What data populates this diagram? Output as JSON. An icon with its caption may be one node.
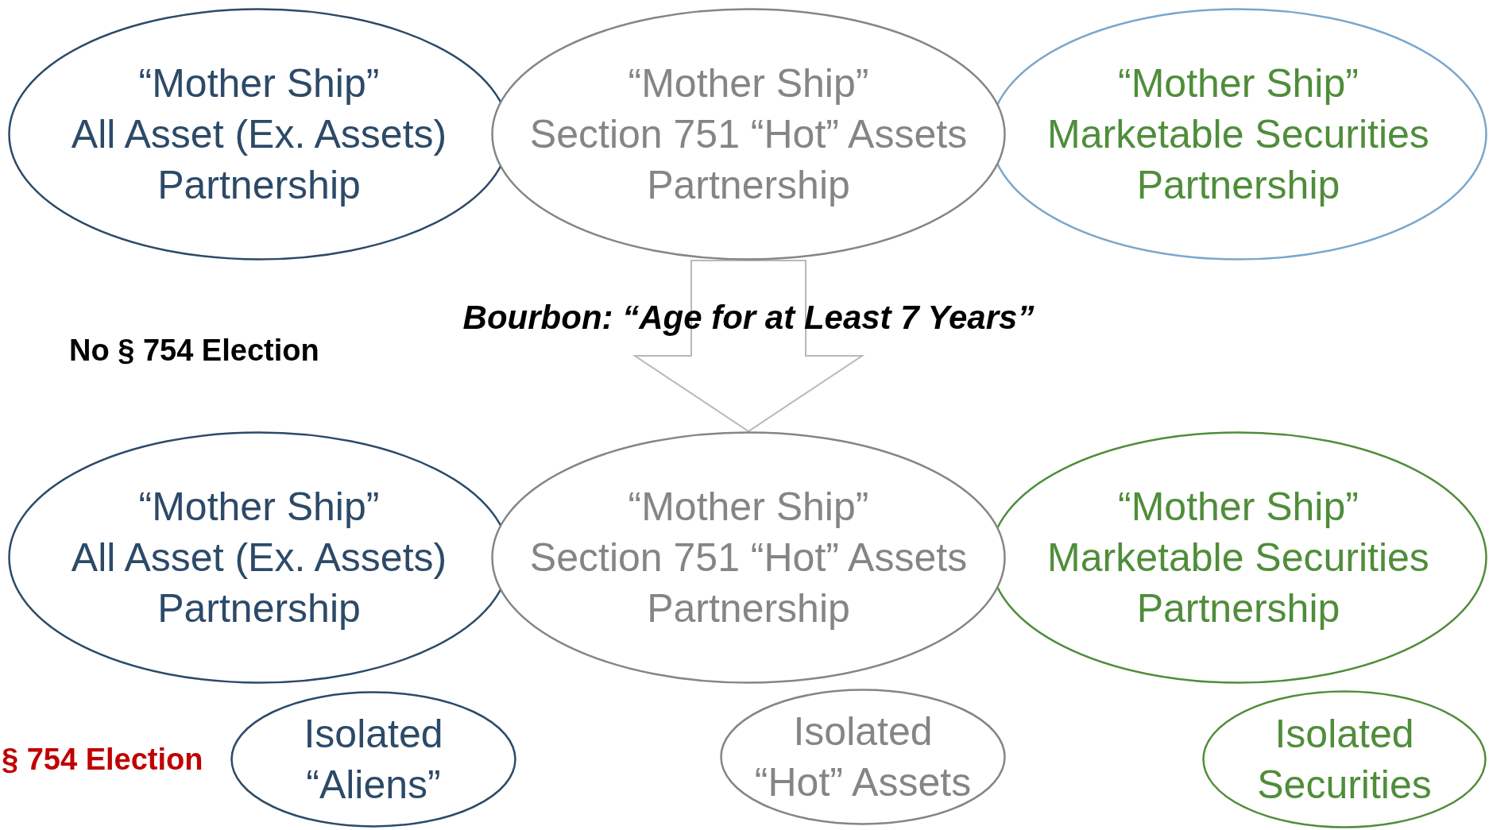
{
  "diagram": {
    "nodes": [
      {
        "text": [
          "“Mother Ship”",
          "All Asset (Ex. Assets) Partnership"
        ]
      },
      {
        "text": [
          "“Mother Ship”",
          "Section 751 “Hot” Assets Partnership"
        ]
      },
      {
        "text": [
          "“Mother Ship”",
          "Marketable Securities Partnership"
        ]
      },
      {
        "text": [
          "“Mother Ship”",
          "All Asset (Ex. Assets) Partnership"
        ]
      },
      {
        "text": [
          "“Mother Ship”",
          "Section 751 “Hot” Assets Partnership"
        ]
      },
      {
        "text": [
          "“Mother Ship”",
          "Marketable Securities Partnership"
        ]
      },
      {
        "text": [
          "Isolated “Aliens”"
        ]
      },
      {
        "text": [
          "Isolated “Hot” Assets"
        ]
      },
      {
        "text": [
          "Isolated Securities"
        ]
      }
    ],
    "edges": [
      {
        "from": 1,
        "to": 4,
        "arrow": "to",
        "label": "Bourbon: “Age for at Least 7 Years”"
      }
    ],
    "labels": [
      "No § 754 Election",
      "§ 754 Election"
    ]
  }
}
